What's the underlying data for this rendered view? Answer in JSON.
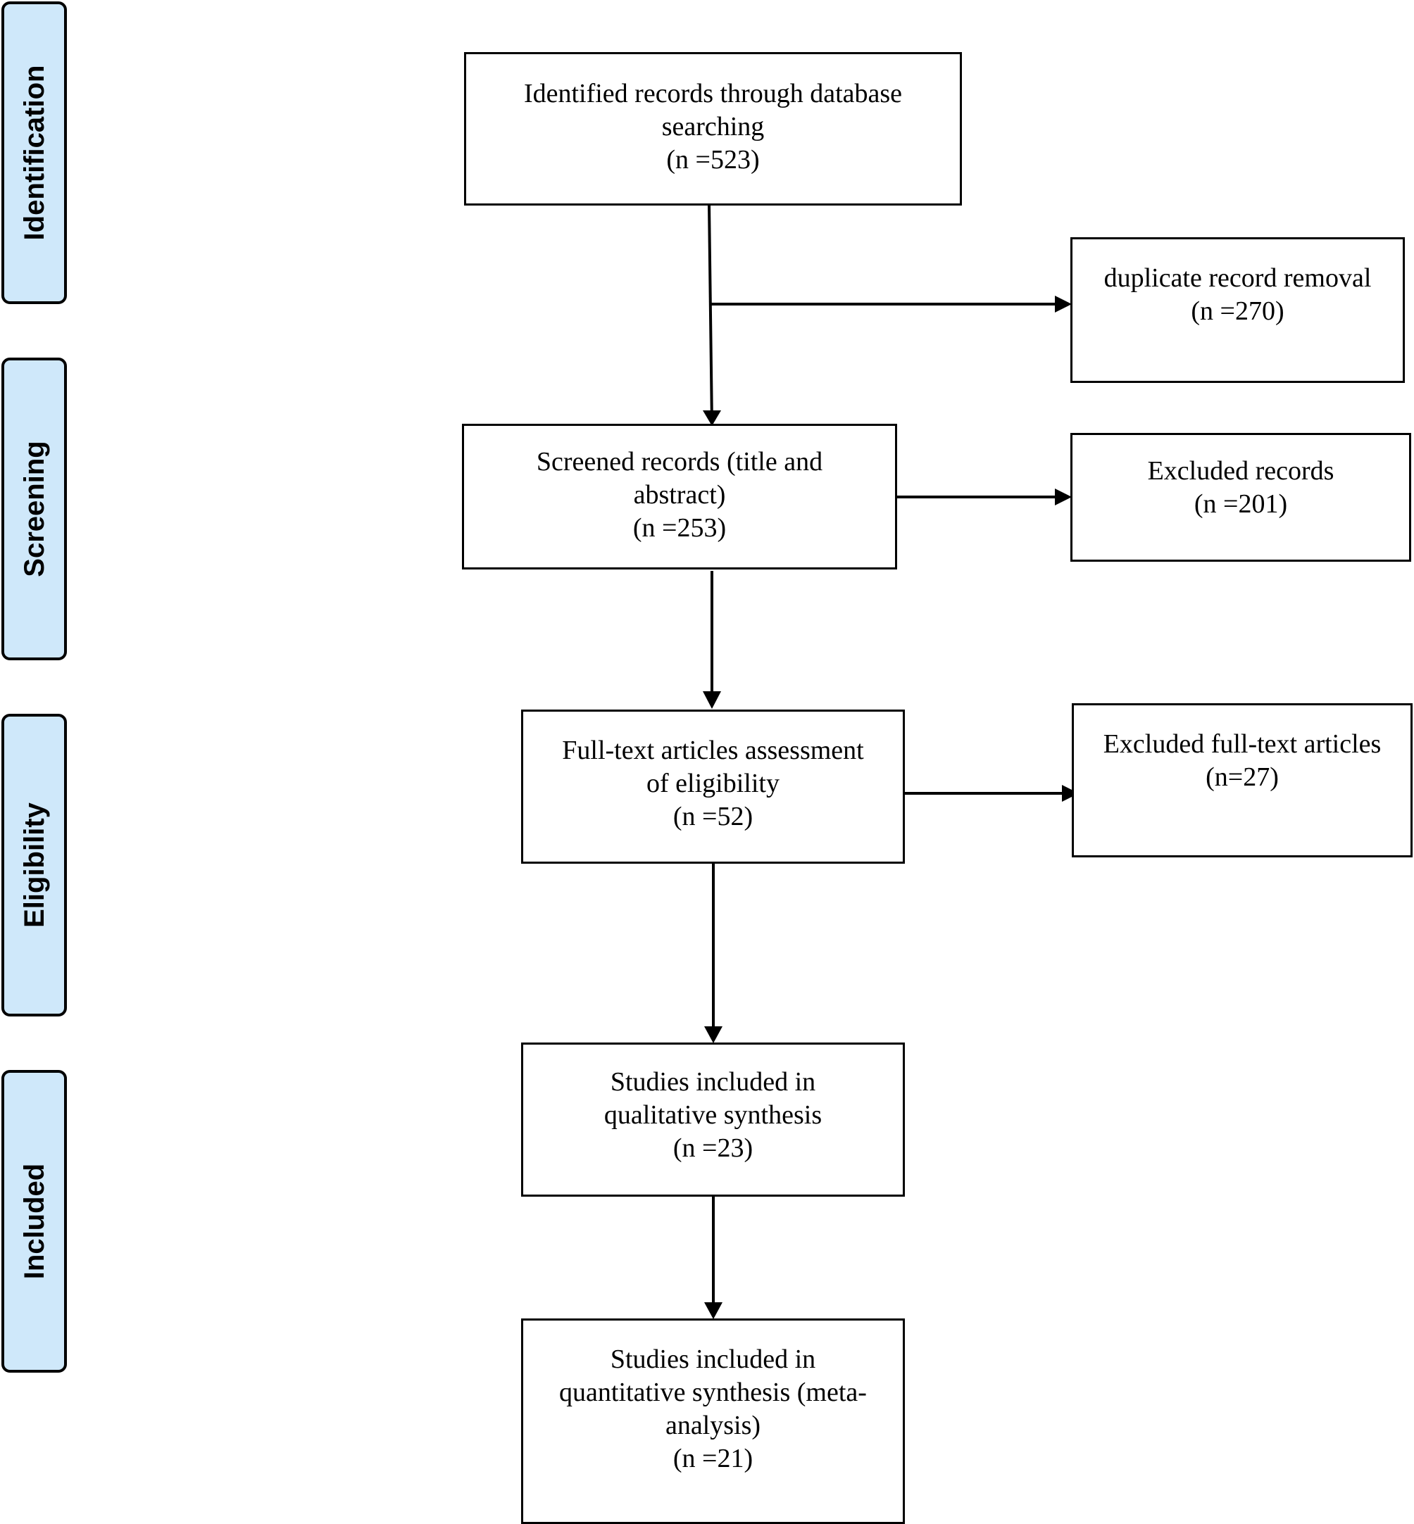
{
  "stages": [
    {
      "id": "identification",
      "label": "Identification"
    },
    {
      "id": "screening",
      "label": "Screening"
    },
    {
      "id": "eligibility",
      "label": "Eligibility"
    },
    {
      "id": "included",
      "label": "Included"
    }
  ],
  "boxes": {
    "identified": {
      "line1": "Identified records through database",
      "line2": "searching",
      "count": "(n =523)"
    },
    "duplicates": {
      "line1": "duplicate record removal",
      "count": "(n =270)"
    },
    "screened": {
      "line1": "Screened records (title and",
      "line2": "abstract)",
      "count": "(n =253)"
    },
    "excluded_records": {
      "line1": "Excluded records",
      "count": "(n =201)"
    },
    "full_text": {
      "line1": "Full-text articles assessment",
      "line2": "of eligibility",
      "count": "(n =52)"
    },
    "excluded_full_text": {
      "line1": "Excluded full-text articles",
      "count": "(n=27)"
    },
    "qualitative": {
      "line1": "Studies included in",
      "line2": "qualitative synthesis",
      "count": "(n =23)"
    },
    "quantitative": {
      "line1": "Studies included in",
      "line2": "quantitative synthesis (meta-",
      "line3": "analysis)",
      "count": "(n =21)"
    }
  }
}
